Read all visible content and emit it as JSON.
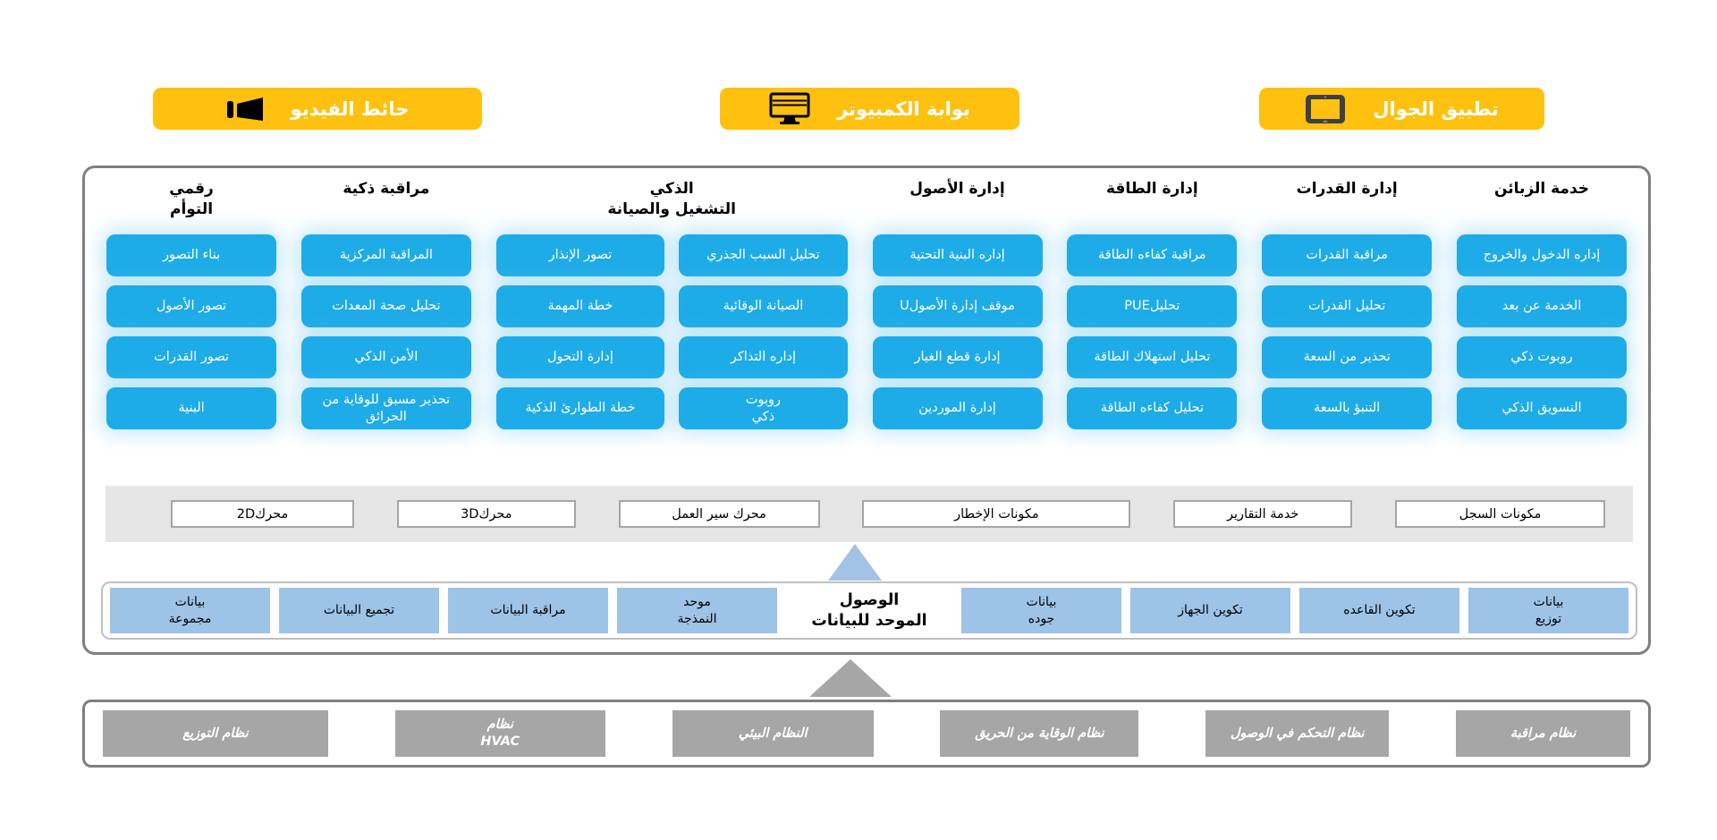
{
  "access_buttons": [
    {
      "label": "حائط الفيديو",
      "icon": "projector-icon"
    },
    {
      "label": "بوابة الكمبيوتر",
      "icon": "desktop-monitor-icon"
    },
    {
      "label": "تطبيق الجوال",
      "icon": "tablet-icon"
    }
  ],
  "app_columns": [
    {
      "header": "خدمة الزبائن",
      "buttons": [
        "إداره الدخول والخروج",
        "الخدمة عن بعد",
        "روبوت ذكي",
        "التسويق الذكي"
      ]
    },
    {
      "header": "إدارة القدرات",
      "buttons": [
        "مراقبة القدرات",
        "تحليل القدرات",
        "تحذير من السعة",
        "التنبؤ بالسعة"
      ]
    },
    {
      "header": "إدارة الطاقة",
      "buttons": [
        "مراقبة كفاءه الطاقة",
        "تحليلPUE",
        "تحليل استهلاك الطاقة",
        "تحليل كفاءه الطاقة"
      ]
    },
    {
      "header": "إدارة الأصول",
      "buttons": [
        "إداره البنية التحتية",
        "موقف إدارة الأصولU",
        "إدارة قطع الغيار",
        "إدارة الموردين"
      ]
    },
    {
      "header": "الذكي\nالتشغيل والصيانة",
      "sub_columns": [
        [
          "تحليل السبب الجذري",
          "الصيانة الوقائية",
          "إداره التذاكر",
          "روبوت\nذكي"
        ],
        [
          "تصور الإنذار",
          "خطة المهمة",
          "إدارة التحول",
          "خطة الطوارئ الذكية"
        ]
      ]
    },
    {
      "header": "مراقبة ذكية",
      "buttons": [
        "المراقبة المركزية",
        "تحليل صحة المعدات",
        "الأمن الذكي",
        "تحذير مسبق للوقاية من الحرائق"
      ]
    },
    {
      "header": "رقمي\nالتوأم",
      "buttons": [
        "بناء التصور",
        "تصور الأصول",
        "تصور القدرات",
        "البنية"
      ]
    }
  ],
  "engines": [
    "محرك2D",
    "محرك3D",
    "محرك سير العمل",
    "مكونات الإخطار",
    "خدمة التقارير",
    "مكونات السجل"
  ],
  "data_access": {
    "center_label": "الوصول\nالموحد للبيانات",
    "boxes": [
      "بيانات\nمجموعة",
      "تجميع البيانات",
      "مراقبة البيانات",
      "موحد\nالنمذجة",
      "بيانات\nجوده",
      "تكوين الجهاز",
      "تكوين القاعده",
      "بيانات\nتوزيع"
    ]
  },
  "systems": [
    "نظام التوزيع",
    "نظام\nHVAC",
    "النظام البيئي",
    "نظام الوقاية من الحريق",
    "نظام التحكم في الوصول",
    "نظام مراقبة"
  ],
  "colors": {
    "accent_yellow": "#FFC110",
    "app_button_blue": "#1EACE8",
    "data_box_blue": "#9DC3E6",
    "system_gray": "#A6A6A6"
  }
}
